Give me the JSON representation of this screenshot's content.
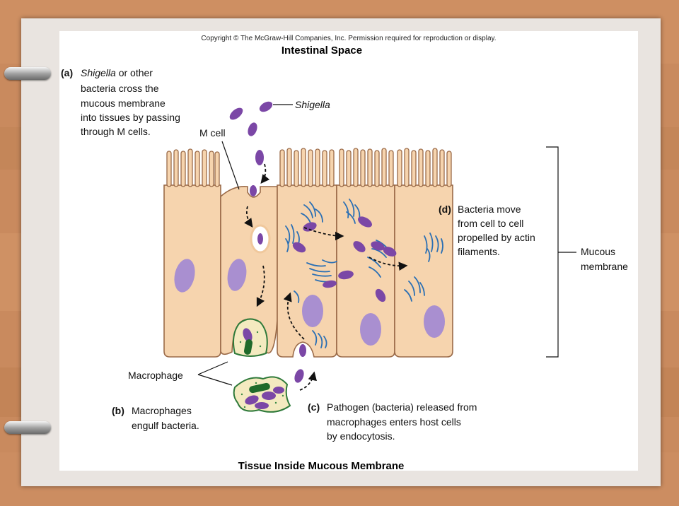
{
  "copyright": "Copyright © The McGraw-Hill Companies, Inc. Permission required for reproduction or display.",
  "titles": {
    "top": "Intestinal Space",
    "bottom": "Tissue Inside Mucous Membrane"
  },
  "labels": {
    "shigella": "Shigella",
    "m_cell": "M cell",
    "macrophage": "Macrophage",
    "mucous_membrane": [
      "Mucous",
      "membrane"
    ]
  },
  "steps": {
    "a": {
      "marker": "(a)",
      "italic": "Shigella",
      "first": " or other",
      "lines": [
        "bacteria cross the",
        "mucous membrane",
        "into tissues by passing",
        "through M cells."
      ]
    },
    "b": {
      "marker": "(b)",
      "lines": [
        "Macrophages",
        "engulf bacteria."
      ]
    },
    "c": {
      "marker": "(c)",
      "lines": [
        "Pathogen (bacteria) released from",
        "macrophages enters host cells",
        "by endocytosis."
      ]
    },
    "d": {
      "marker": "(d)",
      "lines": [
        "Bacteria move",
        "from cell to cell",
        "propelled by actin",
        "filaments."
      ]
    }
  },
  "colors": {
    "cell_fill": "#f6d4ae",
    "cell_stroke": "#9a6a48",
    "nucleus": "#a98fd0",
    "bacterium": "#7b47a6",
    "actin": "#2a6fb4",
    "macrophage_fill": "#f4eac0",
    "macrophage_stroke": "#2f7a3a",
    "engulfed": "#1f6a2a",
    "wood": "#c98a5e"
  }
}
